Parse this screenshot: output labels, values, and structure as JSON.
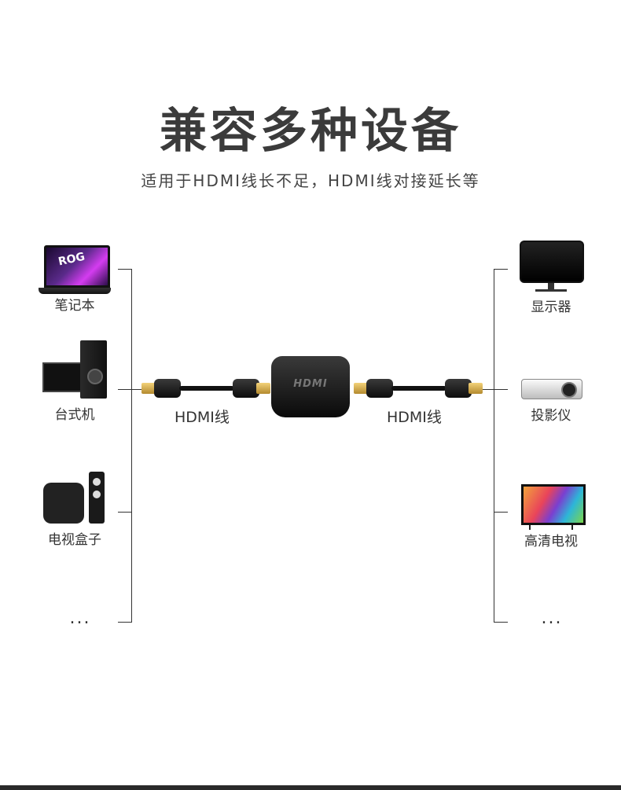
{
  "title": "兼容多种设备",
  "subtitle": "适用于HDMI线长不足，HDMI线对接延长等",
  "left_devices": [
    {
      "label": "笔记本",
      "icon": "laptop-icon",
      "screen_text": "ROG"
    },
    {
      "label": "台式机",
      "icon": "desktop-computer-icon"
    },
    {
      "label": "电视盒子",
      "icon": "tv-box-icon"
    },
    {
      "label": "..."
    }
  ],
  "right_devices": [
    {
      "label": "显示器",
      "icon": "monitor-icon"
    },
    {
      "label": "投影仪",
      "icon": "projector-icon"
    },
    {
      "label": "高清电视",
      "icon": "hd-tv-icon"
    },
    {
      "label": "..."
    }
  ],
  "cables": {
    "left_label": "HDMI线",
    "right_label": "HDMI线",
    "coupler_text": "HDMI"
  }
}
